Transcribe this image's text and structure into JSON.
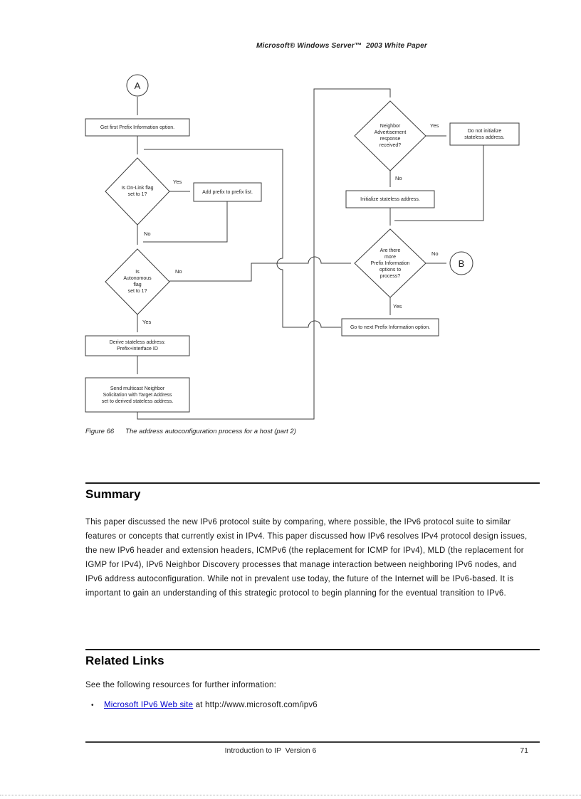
{
  "header": {
    "title": "Microsoft® Windows Server™  2003 White Paper"
  },
  "figure": {
    "caption_label": "Figure 66",
    "caption_text": "The address autoconfiguration process for a host (part 2)",
    "nodes": {
      "connector_a": "A",
      "get_first": "Get first Prefix Information option.",
      "onlink": [
        "Is On-Link flag",
        "set to 1?"
      ],
      "add_prefix": "Add prefix to prefix list.",
      "autonomous": [
        "Is",
        "Autonomous",
        "flag",
        "set to 1?"
      ],
      "derive": [
        "Derive stateless address:",
        "Prefix+interface ID"
      ],
      "send_ns": [
        "Send multicast Neighbor",
        "Solicitation with Target Address",
        "set to derived stateless address."
      ],
      "na_received": [
        "Neighbor",
        "Advertisement",
        "response",
        "received?"
      ],
      "do_not_init": [
        "Do not initialize",
        "stateless address."
      ],
      "init": "Initialize stateless address.",
      "more_options": [
        "Are there",
        "more",
        "Prefix Information",
        "options to",
        "process?"
      ],
      "connector_b": "B",
      "go_next": "Go to next Prefix Information option."
    },
    "edge_labels": {
      "onlink_yes": "Yes",
      "onlink_no": "No",
      "autonomous_no": "No",
      "autonomous_yes": "Yes",
      "na_yes": "Yes",
      "na_no": "No",
      "more_no": "No",
      "more_yes": "Yes"
    }
  },
  "summary": {
    "heading": "Summary",
    "body": "This paper discussed the new IPv6 protocol suite by comparing, where possible, the IPv6 protocol suite to similar features or concepts that currently exist in IPv4. This paper discussed how IPv6 resolves IPv4 protocol design issues, the new IPv6 header and extension headers, ICMPv6 (the replacement for ICMP for IPv4), MLD (the replacement for IGMP for IPv4), IPv6 Neighbor Discovery processes that manage interaction between neighboring IPv6 nodes, and IPv6 address autoconfiguration. While not in prevalent use today, the future of the Internet will be IPv6-based. It is important to gain an understanding of this strategic protocol to begin planning for the eventual transition to IPv6."
  },
  "related_links": {
    "heading": "Related Links",
    "intro": "See the following resources for further information:",
    "bullet_glyph": "•",
    "items": [
      {
        "link_text": "Microsoft IPv6 Web site",
        "suffix": " at http://www.microsoft.com/ipv6"
      }
    ]
  },
  "footer": {
    "center": "Introduction to IP  Version 6",
    "page_number": "71"
  },
  "colors": {
    "link_blue": "#0000cc",
    "line": "#3c3c3c",
    "text": "#1a1a1a"
  }
}
